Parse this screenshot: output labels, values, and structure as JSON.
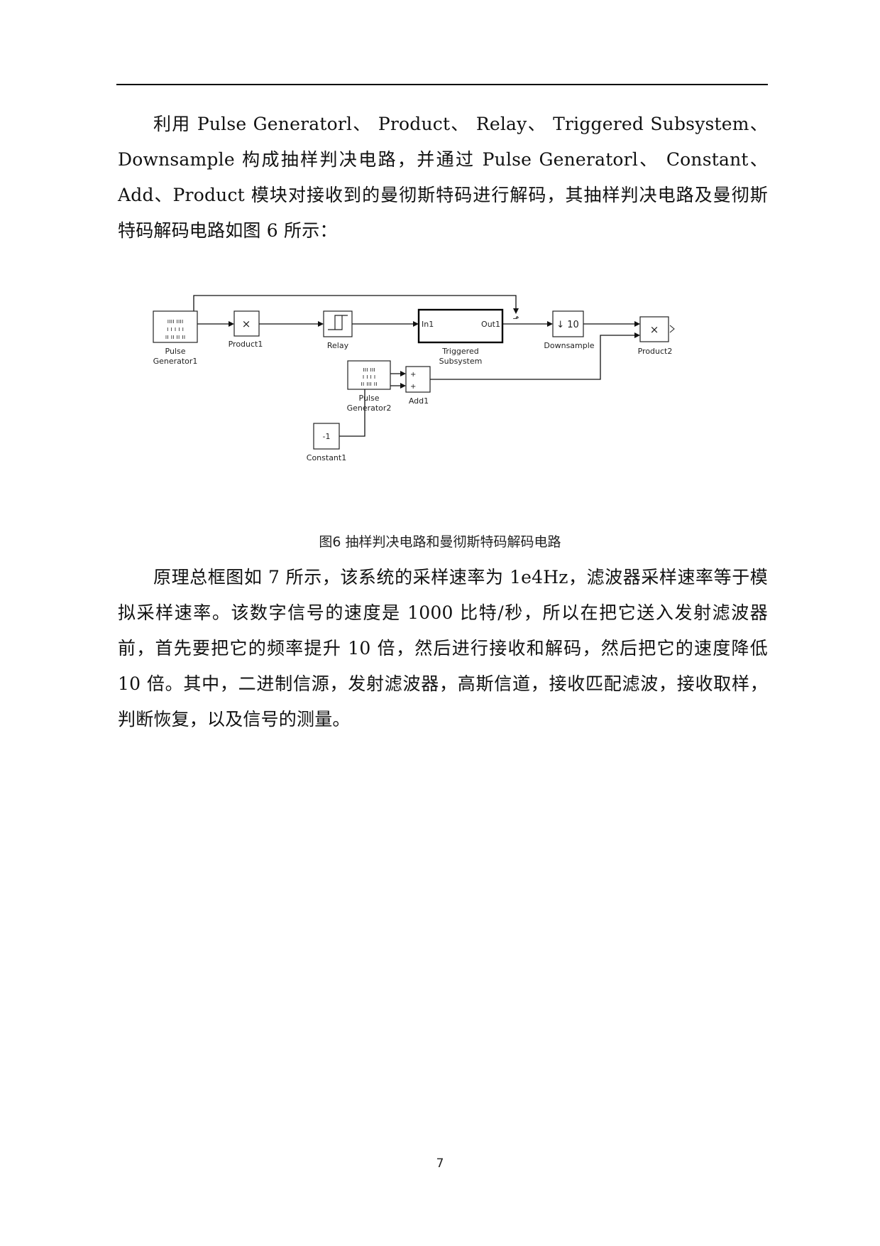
{
  "paragraphs": [
    "利用 Pulse Generatorl、 Product、 Relay、 Triggered Subsystem、Downsample 构成抽样判决电路，并通过 Pulse Generatorl、 Constant、 Add、Product 模块对接收到的曼彻斯特码进行解码，其抽样判决电路及曼彻斯特码解码电路如图 6 所示：",
    "原理总框图如 7 所示，该系统的采样速率为 1e4Hz，滤波器采样速率等于模拟采样速率。该数字信号的速度是 1000 比特/秒，所以在把它送入发射滤波器前，首先要把它的频率提升 10 倍，然后进行接收和解码，然后把它的速度降低 10 倍。其中，二进制信源，发射滤波器，高斯信道，接收匹配滤波，接收取样，判断恢复，以及信号的测量。"
  ],
  "figure": {
    "caption": "图6  抽样判决电路和曼彻斯特码解码电路",
    "blocks": {
      "pulse_generator1": {
        "label_line1": "Pulse",
        "label_line2": "Generator1"
      },
      "product1": {
        "label": "Product1",
        "glyph": "×"
      },
      "relay": {
        "label": "Relay"
      },
      "triggered_subsystem": {
        "label_line1": "Triggered",
        "label_line2": "Subsystem",
        "in_port": "In1",
        "out_port": "Out1"
      },
      "downsample": {
        "label": "Downsample",
        "glyph": "↓ 10"
      },
      "product2": {
        "label": "Product2",
        "glyph": "×"
      },
      "pulse_generator2": {
        "label_line1": "Pulse",
        "label_line2": "Generator2"
      },
      "add1": {
        "label": "Add1",
        "port_sign1": "+",
        "port_sign2": "+"
      },
      "constant1": {
        "label": "Constant1",
        "value": "-1"
      }
    }
  },
  "page_number": "7"
}
